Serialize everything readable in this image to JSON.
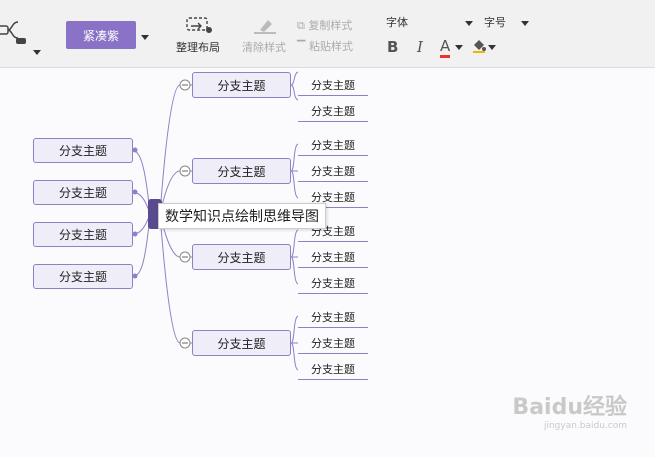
{
  "toolbar": {
    "theme_label": "紧凑紫",
    "organize_label": "整理布局",
    "clear_style_label": "清除样式",
    "copy_style_label": "复制样式",
    "paste_style_label": "粘贴样式",
    "font_label": "字体",
    "size_label": "字号",
    "bold_label": "B",
    "italic_label": "I",
    "font_color_label": "A",
    "accent_color": "#8a73c6",
    "font_color_underline": "#e8352c"
  },
  "mindmap": {
    "central_topic": "数学知识点绘制思维导图",
    "left_branches": [
      "分支主题",
      "分支主题",
      "分支主题",
      "分支主题"
    ],
    "right_branches": [
      {
        "label": "分支主题",
        "children": [
          "分支主题",
          "分支主题"
        ]
      },
      {
        "label": "分支主题",
        "children": [
          "分支主题",
          "分支主题",
          "分支主题"
        ]
      },
      {
        "label": "分支主题",
        "children": [
          "分支主题",
          "分支主题",
          "分支主题"
        ]
      },
      {
        "label": "分支主题",
        "children": [
          "分支主题",
          "分支主题",
          "分支主题"
        ]
      }
    ]
  },
  "watermark": {
    "brand": "Baidu经验",
    "url": "jingyan.baidu.com"
  }
}
